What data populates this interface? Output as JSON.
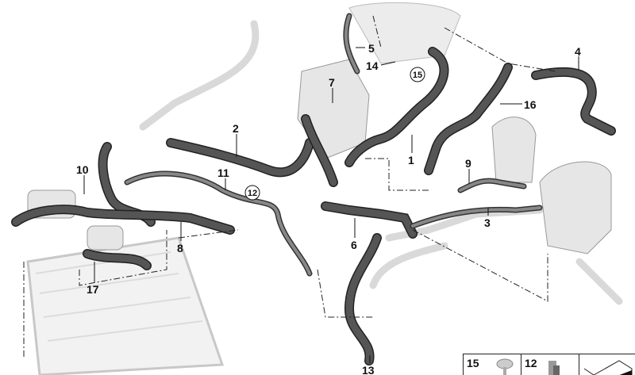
{
  "diagram": {
    "callouts": {
      "c1": "1",
      "c2": "2",
      "c3": "3",
      "c4": "4",
      "c5": "5",
      "c6": "6",
      "c7": "7",
      "c8": "8",
      "c9": "9",
      "c10": "10",
      "c11": "11",
      "c12": "12",
      "c13": "13",
      "c14": "14",
      "c15": "15",
      "c16": "16",
      "c17": "17"
    },
    "legend": {
      "items": [
        {
          "number": "15",
          "icon": "screw-icon"
        },
        {
          "number": "12",
          "icon": "clip-icon"
        },
        {
          "number": "",
          "icon": "wedge-shape-icon"
        }
      ]
    }
  }
}
